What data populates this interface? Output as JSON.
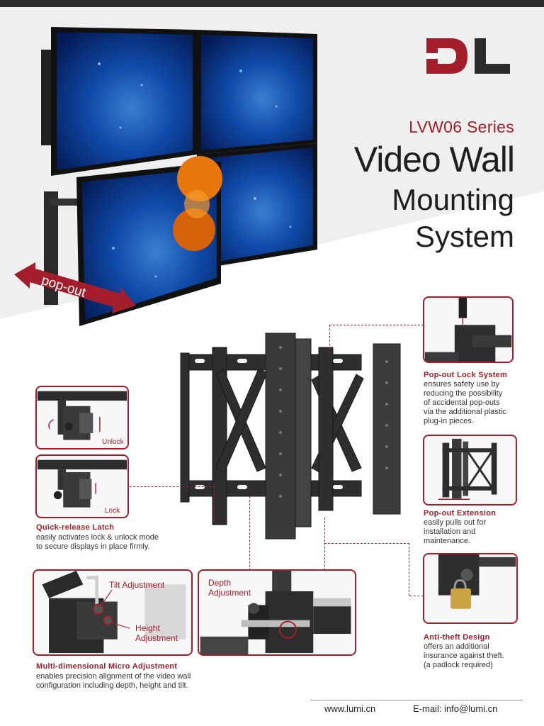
{
  "header": {
    "brand_mark": "DL",
    "series": "LVW06 Series",
    "title_line1": "Video Wall",
    "title_line2": "Mounting",
    "title_line3": "System"
  },
  "hero": {
    "popout_label": "pop-out"
  },
  "callouts": {
    "unlock_label": "Unlock",
    "lock_label": "Lock",
    "tilt_label": "Tilt Adjustment",
    "height_label_1": "Height",
    "height_label_2": "Adjustment",
    "depth_label_1": "Depth",
    "depth_label_2": "Adjustment"
  },
  "features": {
    "quick_release": {
      "title": "Quick-release Latch",
      "line1": "easily activates lock & unlock mode",
      "line2": "to secure displays in place firmly."
    },
    "micro": {
      "title": "Multi-dimensional Micro Adjustment",
      "line1": "enables precision alignment of the video wall",
      "line2": "configuration including depth, height and tilt."
    },
    "popout_lock": {
      "title": "Pop-out Lock System",
      "line1": "ensures safety use by",
      "line2": "reducing the possibility",
      "line3": "of accidental pop-outs",
      "line4": "via the additional plastic",
      "line5": "plug-in pieces."
    },
    "popout_extension": {
      "title": "Pop-out Extension",
      "line1": "easily pulls out for",
      "line2": "installation and",
      "line3": "maintenance."
    },
    "anti_theft": {
      "title": "Anti-theft Design",
      "line1": "offers an additional",
      "line2": "insurance against theft.",
      "line3": "(a padlock required)"
    }
  },
  "footer": {
    "website": "www.lumi.cn",
    "email": "E-mail: info@lumi.cn"
  },
  "colors": {
    "accent": "#a31d2a",
    "dark": "#2b2b2b",
    "hero_bg": "#efefef"
  }
}
